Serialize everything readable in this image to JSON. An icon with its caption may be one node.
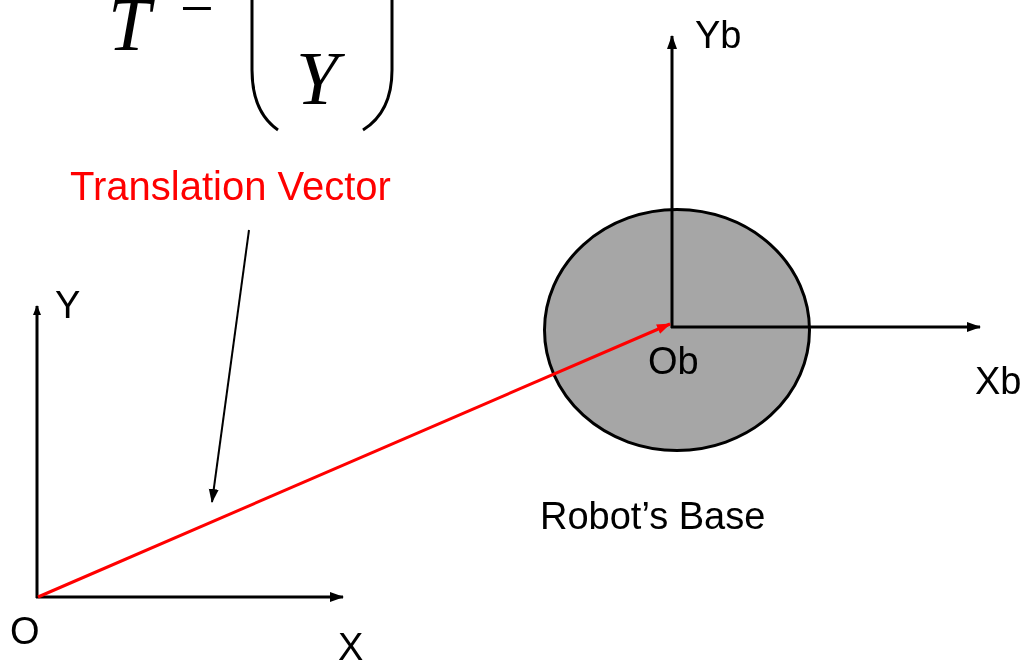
{
  "diagram": {
    "nodes": [
      {
        "text": [
          "Translation Vector"
        ]
      },
      {
        "text": [
          "O"
        ]
      },
      {
        "text": [],
        "shape": "circle",
        "beside": [
          "Robot’s Base"
        ]
      },
      {
        "text": [
          "Ob"
        ],
        "in": 2
      }
    ],
    "edges": [
      {
        "from": 0,
        "to": null,
        "arrow": "to"
      },
      {
        "from": 1,
        "to": 3,
        "arrow": "to",
        "color": "#ff0000"
      }
    ],
    "labels": [
      "T",
      "=",
      "Y",
      "Yb",
      "Y",
      "Xb",
      "X"
    ]
  }
}
